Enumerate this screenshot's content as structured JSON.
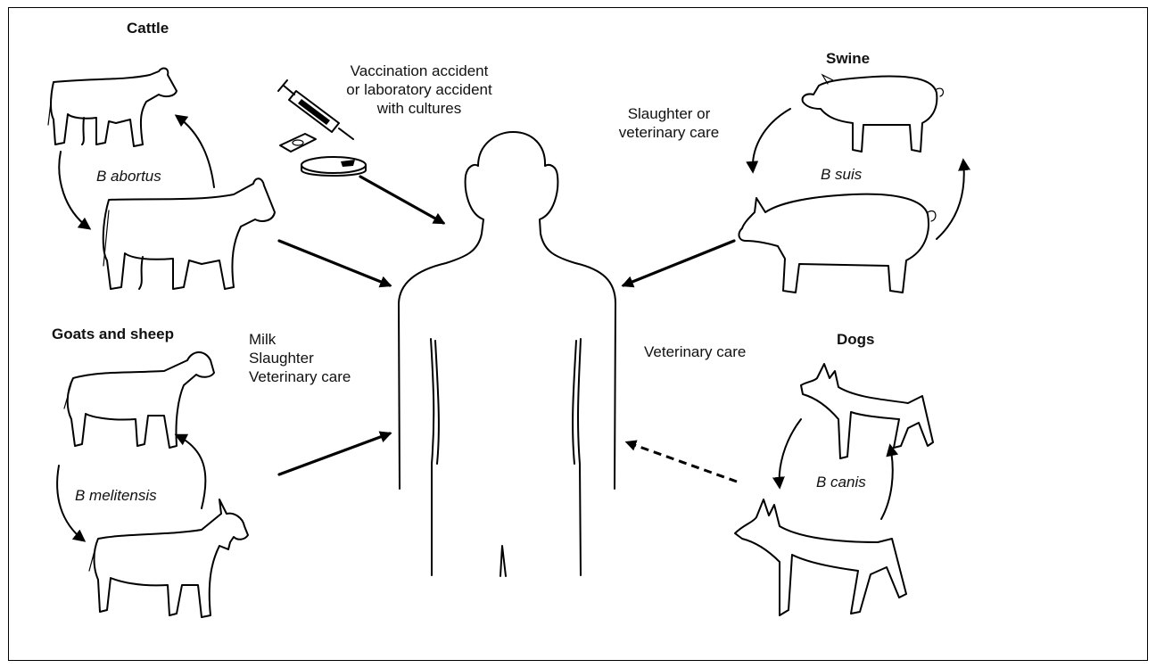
{
  "groups": {
    "cattle": {
      "title": "Cattle",
      "species": "B abortus"
    },
    "swine": {
      "title": "Swine",
      "species": "B suis"
    },
    "goats": {
      "title": "Goats and sheep",
      "species": "B melitensis"
    },
    "dogs": {
      "title": "Dogs",
      "species": "B canis"
    }
  },
  "routes": {
    "accident": [
      "Vaccination accident",
      "or laboratory accident",
      "with cultures"
    ],
    "slaughter": [
      "Slaughter or",
      "veterinary care"
    ],
    "milk": [
      "Milk",
      "Slaughter",
      "Veterinary care"
    ],
    "vet": "Veterinary care"
  }
}
